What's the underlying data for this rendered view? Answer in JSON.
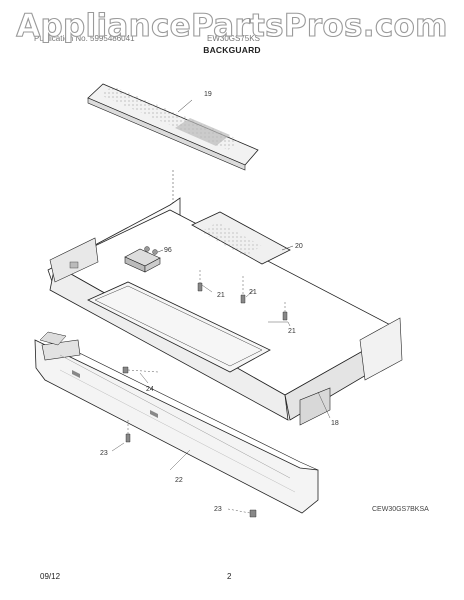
{
  "watermark": "AppliancePartsPros.com",
  "header": {
    "publication": "Publication No. 5995486041",
    "model": "EW30GS75KS"
  },
  "section_title": "BACKGUARD",
  "callouts": {
    "c19": "19",
    "c96": "96",
    "c20": "20",
    "c21a": "21",
    "c21b": "21",
    "c21c": "21",
    "c24": "24",
    "c18": "18",
    "c23a": "23",
    "c22": "22",
    "c23b": "23"
  },
  "model_code": "CEW30GS7BKSA",
  "footer": {
    "date": "09/12",
    "page": "2"
  }
}
